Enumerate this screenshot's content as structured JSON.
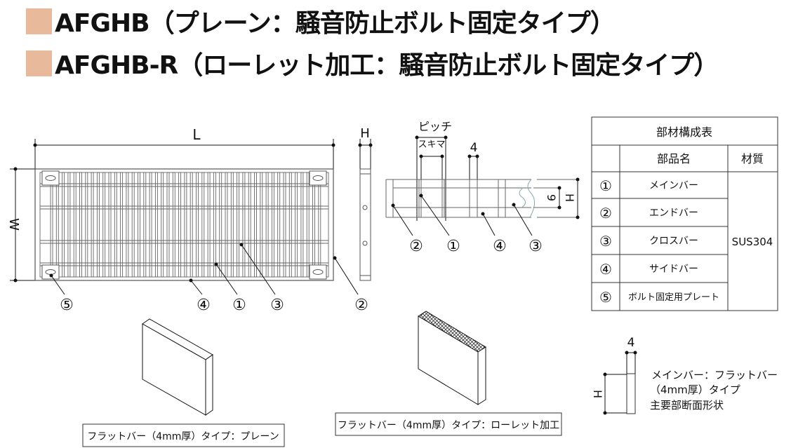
{
  "titles": [
    "AFGHB（プレーン：騒音防止ボルト固定タイプ）",
    "AFGHB-R（ローレット加工：騒音防止ボルト固定タイプ）"
  ],
  "colors": {
    "title_square": "#e8b99a",
    "line": "#111111",
    "grating": "#555555"
  },
  "plan_view": {
    "length_label": "L",
    "width_label": "W",
    "height_label": "H",
    "callouts": [
      "⑤",
      "④",
      "①",
      "③",
      "②"
    ]
  },
  "section_view": {
    "pitch_label": "ピッチ",
    "gap_label": "スキマ",
    "thickness_label": "4",
    "h_label": "H",
    "cross_label": "9",
    "callouts": [
      "②",
      "①",
      "④",
      "③"
    ]
  },
  "parts_table": {
    "title": "部材構成表",
    "headers": [
      "部品名",
      "材質"
    ],
    "rows": [
      {
        "no": "①",
        "name": "メインバー"
      },
      {
        "no": "②",
        "name": "エンドバー"
      },
      {
        "no": "③",
        "name": "クロスバー"
      },
      {
        "no": "④",
        "name": "サイドバー"
      },
      {
        "no": "⑤",
        "name": "ボルト固定用プレート"
      }
    ],
    "material": "SUS304"
  },
  "bar_types": {
    "plain_caption": "フラットバー（4mm厚）タイプ：プレーン",
    "knurled_caption": "フラットバー（4mm厚）タイプ：ローレット加工"
  },
  "main_bar_section": {
    "thickness_label": "4",
    "h_label": "H",
    "description": [
      "メインバー：フラットバー",
      "（4mm厚）タイプ",
      "主要部断面形状"
    ]
  }
}
